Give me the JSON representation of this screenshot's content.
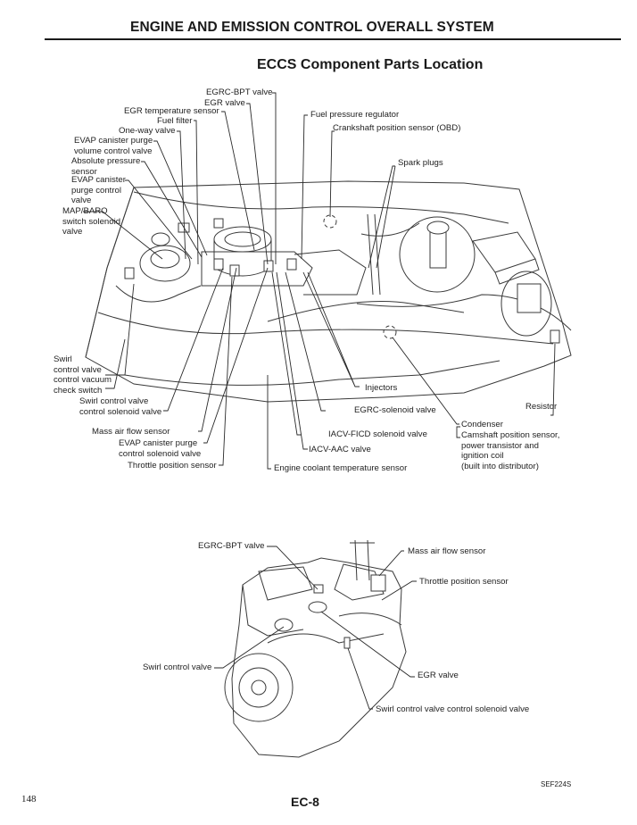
{
  "header": {
    "section_title": "ENGINE AND EMISSION CONTROL OVERALL SYSTEM",
    "page_title": "ECCS Component Parts Location"
  },
  "top_diagram": {
    "labels": {
      "egrc_bpt_valve": "EGRC-BPT valve",
      "egr_valve": "EGR valve",
      "egr_temperature_sensor": "EGR temperature sensor",
      "fuel_filter": "Fuel filter",
      "one_way_valve": "One-way valve",
      "evap_purge_volume_1": "EVAP canister purge",
      "evap_purge_volume_2": "volume control valve",
      "absolute_pressure_1": "Absolute pressure",
      "absolute_pressure_2": "sensor",
      "evap_purge_control_1": "EVAP canister",
      "evap_purge_control_2": "purge control",
      "evap_purge_control_3": "valve",
      "map_baro_1": "MAP/BARO",
      "map_baro_2": "switch solenoid",
      "map_baro_3": "valve",
      "fuel_pressure_regulator": "Fuel pressure regulator",
      "crankshaft_position_sensor": "Crankshaft position sensor (OBD)",
      "spark_plugs": "Spark plugs",
      "swirl_check_1": "Swirl",
      "swirl_check_2": "control valve",
      "swirl_check_3": "control vacuum",
      "swirl_check_4": "check switch",
      "swirl_solenoid_1": "Swirl control valve",
      "swirl_solenoid_2": "control solenoid valve",
      "mass_air_flow_sensor": "Mass air flow sensor",
      "evap_solenoid_1": "EVAP canister purge",
      "evap_solenoid_2": "control solenoid valve",
      "throttle_position_sensor": "Throttle position sensor",
      "injectors": "Injectors",
      "egrc_solenoid_valve": "EGRC-solenoid valve",
      "iacv_ficd": "IACV-FICD solenoid valve",
      "iacv_aac": "IACV-AAC valve",
      "engine_coolant_temperature_sensor": "Engine coolant temperature sensor",
      "resistor": "Resistor",
      "condenser": "Condenser",
      "camshaft_1": "Camshaft position sensor,",
      "camshaft_2": "power transistor and",
      "camshaft_3": "ignition coil",
      "camshaft_4": "(built into distributor)"
    }
  },
  "bottom_diagram": {
    "labels": {
      "egrc_bpt_valve": "EGRC-BPT valve",
      "mass_air_flow_sensor": "Mass air flow sensor",
      "throttle_position_sensor": "Throttle position sensor",
      "swirl_control_valve": "Swirl control valve",
      "egr_valve": "EGR valve",
      "swirl_solenoid": "Swirl control valve control solenoid valve"
    }
  },
  "footer": {
    "figure_code": "SEF224S",
    "page_number": "148",
    "section_page": "EC-8"
  }
}
